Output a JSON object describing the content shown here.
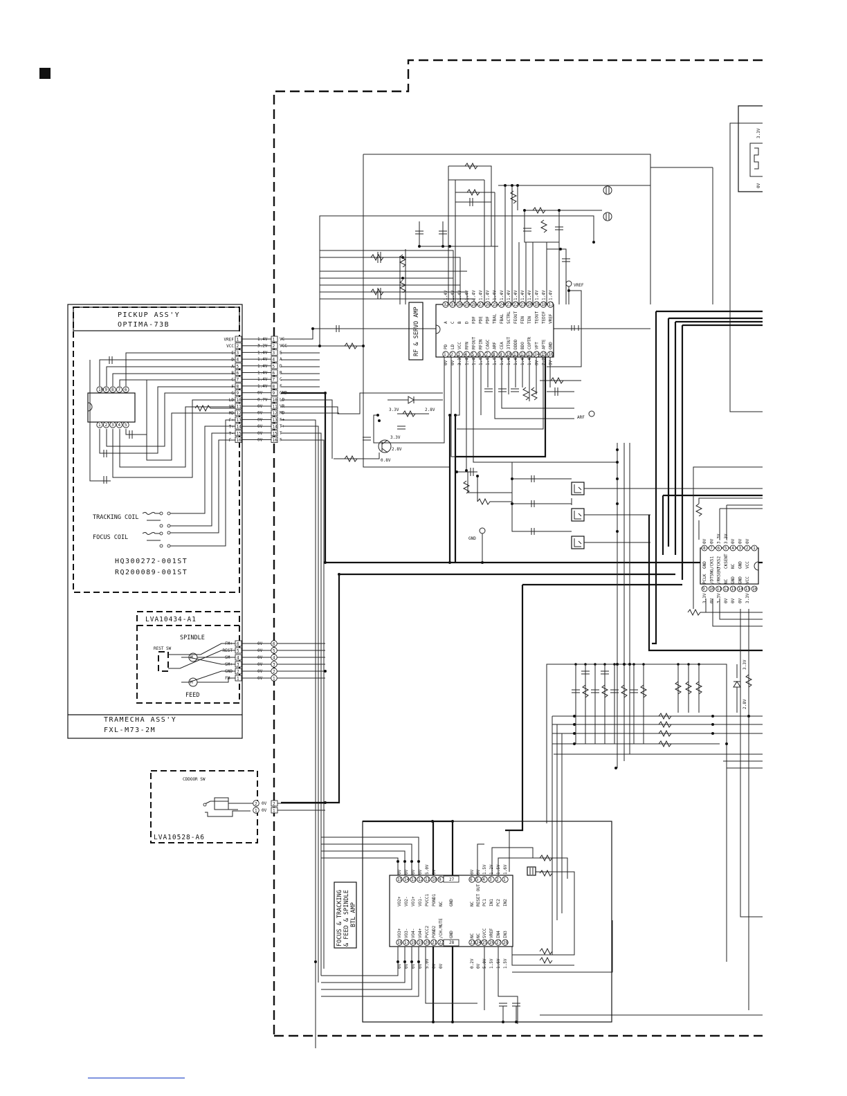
{
  "pickup": {
    "title": "PICKUP ASS'Y",
    "model": "OPTIMA-73B",
    "part1": "HQ300272-001ST",
    "part2": "RQ200089-001ST",
    "tracking_coil": "TRACKING COIL",
    "focus_coil": "FOCUS COIL",
    "pin_labels": [
      "VREF",
      "VCC",
      "E",
      "D",
      "A",
      "B",
      "C",
      "F",
      "G",
      "LD",
      "VR",
      "MD",
      "F+",
      "T+",
      "T-",
      "F-"
    ],
    "pin_voltages": [
      "1.4V",
      "3.2V",
      "1.4V",
      "1.4V",
      "1.4V",
      "1.4V",
      "1.4V",
      "1.4V",
      "0V",
      "0.7V",
      "0V",
      "0V",
      "0V",
      "0V",
      "0V",
      "0V"
    ],
    "sensor_pins_top": [
      "10",
      "9",
      "8",
      "7",
      "6"
    ],
    "sensor_pins_bottom": [
      "1",
      "2",
      "3",
      "4",
      "5"
    ]
  },
  "connector_main": {
    "right_labels": [
      "VC",
      "VCC",
      "E",
      "A",
      "D",
      "B",
      "C",
      "F",
      "GND",
      "LD",
      "VR",
      "MD",
      "F+",
      "T+",
      "T-",
      "F-"
    ]
  },
  "tramecha": {
    "title": "TRAMECHA ASS'Y",
    "model": "FXL-M73-2M",
    "sub_board": "LVA10434-A1",
    "spindle": "SPINDLE",
    "rest_sw": "REST SW",
    "feed": "FEED",
    "pins": [
      "6",
      "5",
      "4",
      "3",
      "2",
      "1"
    ],
    "pin_labels": [
      "FM+",
      "REST",
      "SM-",
      "SM+",
      "GND",
      "FM-"
    ],
    "pin_voltages": [
      "0V",
      "0V",
      "0V",
      "0V",
      "0V",
      "0V"
    ]
  },
  "door_sw": {
    "title": "CDDOOR SW",
    "board": "LVA10528-A6",
    "pins": [
      "2",
      "1"
    ],
    "pin_voltages": [
      "0V",
      "0V"
    ]
  },
  "rf_amp": {
    "label1": "RF & SERVO AMP",
    "top_pins": [
      "32",
      "31",
      "30",
      "29",
      "28",
      "27",
      "26",
      "25",
      "24",
      "23",
      "22",
      "21",
      "20",
      "19",
      "18",
      "17"
    ],
    "bottom_pins": [
      "1",
      "2",
      "3",
      "4",
      "5",
      "6",
      "7",
      "8",
      "9",
      "10",
      "11",
      "12",
      "13",
      "14",
      "15",
      "16"
    ],
    "top_labels": [
      "A",
      "C",
      "B",
      "D",
      "FDF",
      "PDE",
      "PDF",
      "TBAL",
      "FBAL",
      "SCTRL",
      "FEOUT",
      "FEN",
      "TEN",
      "TEOUT",
      "TEDIF",
      "VREF"
    ],
    "bottom_labels": [
      "PD",
      "LD",
      "VCC",
      "RFN",
      "RFOUT",
      "RFIN",
      "CAGC",
      "ARF",
      "CEA",
      "3TOUT",
      "DDDD",
      "BDO",
      "COPTR",
      "VFT",
      "AFTE",
      "GND"
    ],
    "top_voltages": [
      "1.4V",
      "1.4V",
      "1.4V",
      "1.4V",
      "1.4V",
      "1.4V",
      "1.4V",
      "1.4V",
      "1.4V",
      "1.4V",
      "1.4V",
      "1.4V",
      "1.4V",
      "1.4V",
      "1.4V",
      "1.4V"
    ],
    "bottom_voltages": [
      "0V",
      "0V",
      "3.3V",
      "1.4V",
      "1.4V",
      "1.4V",
      "1.4V",
      "1.4V",
      "1.4V",
      "1.4V",
      "1.4V",
      "1.4V",
      "1.4V",
      "0V",
      "2.7V",
      "0V"
    ],
    "vref": "VREF",
    "arf": "ARF",
    "gnd": "GND",
    "v_33": "3.3V",
    "v_28": "2.8V",
    "q_v1": "3.3V",
    "q_v2": "2.8V",
    "q_v3": "0.8V"
  },
  "btl_amp": {
    "label": "FOCUS & TRACKING & FEED & SPINDLE BTL AMP",
    "top_pins": [
      "15",
      "14",
      "13",
      "12",
      "11",
      "10",
      "9",
      "27",
      "6",
      "5",
      "4",
      "3",
      "2",
      "1"
    ],
    "bottom_pins": [
      "16",
      "17",
      "18",
      "19",
      "20",
      "21",
      "22",
      "28",
      "23",
      "24",
      "25",
      "26",
      "27",
      "28"
    ],
    "top_labels": [
      "VO2+",
      "VO2-",
      "VO1+",
      "VO1-",
      "PVCC1",
      "POND1",
      "NC",
      "GND",
      "NC",
      "RESET OUT",
      "PC1",
      "IN1",
      "PC2",
      "IN2"
    ],
    "bottom_labels": [
      "VO3+",
      "VO3-",
      "VO4-",
      "VO4+",
      "PVCC2",
      "POND2",
      "/CH.MUTE",
      "GND",
      "NC",
      "NC",
      "SVCC",
      "VREF",
      "IN4",
      "IN3"
    ],
    "top_voltages": [
      "0V",
      "0V",
      "0V",
      "0V",
      "5.0V",
      "0V",
      "",
      "",
      "0V",
      "0V",
      "1.5V",
      "1.2V",
      "1.5V",
      "1.6V"
    ],
    "bottom_voltages": [
      "0V",
      "0V",
      "0V",
      "0V",
      "5.0V",
      "0V",
      "0V",
      "",
      "0.2V",
      "0V",
      "5.0V",
      "1.5V",
      "1.6V",
      "1.5V"
    ]
  },
  "right_ic": {
    "top_labels": [
      "GND",
      "/CKS1",
      "/CKS2",
      "CKSENT",
      "NC",
      "GND",
      "VCC"
    ],
    "bottom_labels": [
      "PCLK",
      "/DTSNG",
      "/RKSENT",
      "NC",
      "GND",
      "GND",
      "VCC"
    ],
    "top_voltages": [
      "0V",
      "0V",
      "3.3V",
      "3.3V",
      "0V",
      "0V",
      "0V"
    ],
    "bottom_voltages": [
      "3.3V",
      "0V",
      "3.3V",
      "0V",
      "0V",
      "0V",
      "3.3V"
    ],
    "top_pins": [
      "8",
      "7",
      "6",
      "5",
      "4",
      "3",
      "2",
      "1"
    ],
    "bottom_pins": [
      "9",
      "10",
      "11",
      "12",
      "13",
      "14",
      "15",
      "16"
    ]
  },
  "misc": {
    "top_right_v1": "3.3V",
    "top_right_v2": "0V",
    "diode_v1": "3.3V",
    "diode_v2": "2.8V"
  }
}
